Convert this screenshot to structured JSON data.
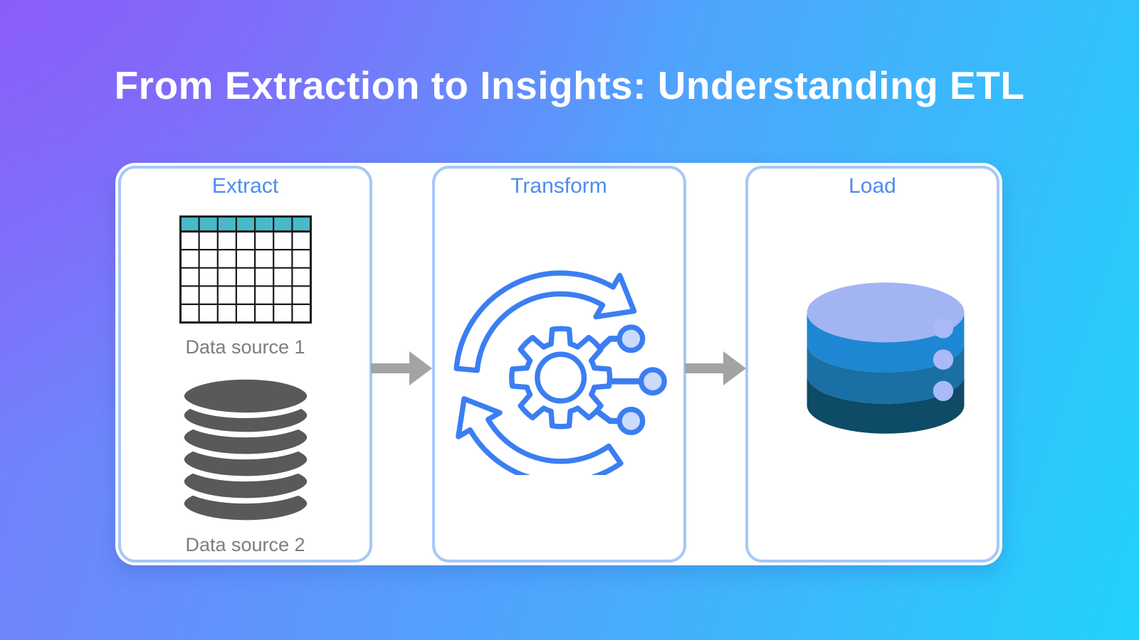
{
  "title": "From Extraction to Insights: Understanding ETL",
  "stages": {
    "extract": {
      "label": "Extract",
      "sources": {
        "one": "Data source 1",
        "two": "Data source 2"
      }
    },
    "transform": {
      "label": "Transform"
    },
    "load": {
      "label": "Load"
    }
  },
  "icons": {
    "extract_top": "table-icon",
    "extract_bottom": "database-gray-icon",
    "transform": "gear-sync-icon",
    "load": "database-blue-icon",
    "between_cards": "flow-arrow-icon"
  },
  "colors": {
    "background_purple": "#8d59fa",
    "background_cyan": "#21d2fb",
    "card_border": "#a6c8f8",
    "stage_title": "#4d8bf2",
    "caption": "#7d7d7d",
    "table_header": "#4ab9c8",
    "source_db": "#595959",
    "transform_blue": "#3b7ef2",
    "node_fill": "#ccdafc",
    "load_db_top": "#a3b4f2",
    "load_db_band1": "#1e87d3",
    "load_db_band2": "#1a70a5",
    "load_db_band3": "#0d4b66",
    "load_db_dot": "#aab9f7",
    "arrow": "#a3a3a3"
  }
}
